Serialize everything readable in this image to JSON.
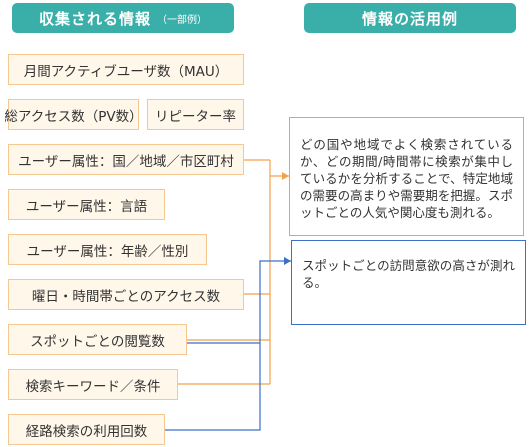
{
  "colors": {
    "header_bg": "#3aafa9",
    "item_border": "#f4c890",
    "item_bg": "#fff7ea",
    "orange_connector": "#f4a04a",
    "blue_connector": "#3b6fc9"
  },
  "left_header": {
    "title": "収集される情報",
    "subtitle": "（一部例）"
  },
  "right_header": {
    "title": "情報の活用例"
  },
  "items": [
    "月間アクティブユーザ数（MAU）",
    "総アクセス数（PV数）",
    "リピーター率",
    "ユーザー属性：国／地域／市区町村",
    "ユーザー属性：言語",
    "ユーザー属性：年齢／性別",
    "曜日・時間帯ごとのアクセス数",
    "スポットごとの閲覧数",
    "検索キーワード／条件",
    "経路検索の利用回数"
  ],
  "uses": [
    "どの国や地域でよく検索されているか、どの期間/時間帯に検索が集中しているかを分析することで、特定地域の需要の高まりや需要期を把握。スポットごとの人気や関心度も測れる。",
    "スポットごとの訪問意欲の高さが測れる。"
  ]
}
